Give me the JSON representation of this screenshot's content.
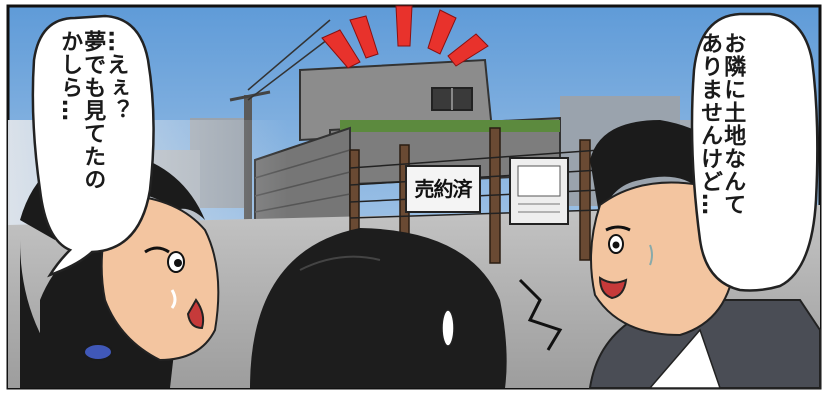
{
  "panel": {
    "left_bubble_text": "…えぇ？\n夢でも見てたの\nかしら…",
    "right_bubble_text": "お隣に土地なんて\nありませんけど…",
    "sign_text": "売約済"
  },
  "colors": {
    "sky": "#9fc3e4",
    "sky_top": "#6fa6dc",
    "building": "#8a8a8a",
    "wall": "#6f6f6f",
    "ground": "#b9b9b9",
    "hair": "#1b1b1b",
    "skin": "#f3c5a0",
    "suit": "#4a4d55",
    "accent_red": "#e8322c"
  },
  "characters": [
    "woman-left",
    "child-back",
    "man-right"
  ]
}
